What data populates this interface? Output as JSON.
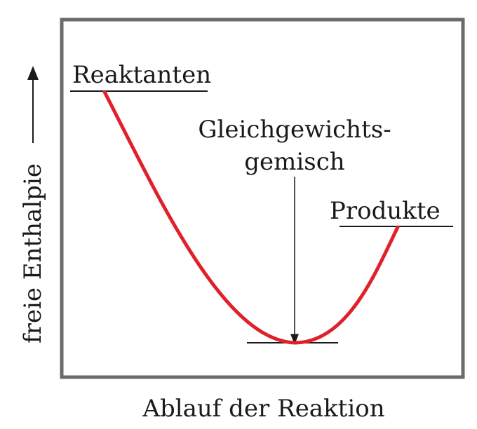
{
  "diagram": {
    "y_axis_label": "freie Enthalpie",
    "x_axis_label": "Ablauf der Reaktion",
    "reactants_label": "Reaktanten",
    "products_label": "Produkte",
    "equilibrium_label_line1": "Gleichgewichts-",
    "equilibrium_label_line2": "gemisch",
    "curve_color": "#e0202a",
    "frame_color": "#6b6b6b",
    "line_color": "#1a1a1a"
  }
}
